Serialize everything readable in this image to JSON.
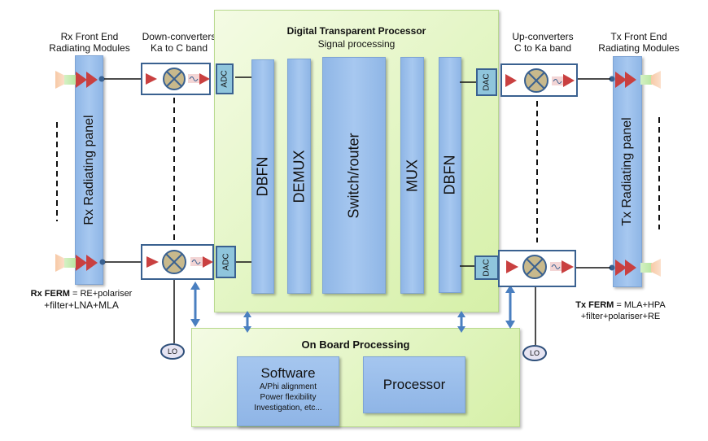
{
  "labels": {
    "rx_front_end": [
      "Rx Front End",
      "Radiating Modules"
    ],
    "down_converters": [
      "Down-converters",
      "Ka to C band"
    ],
    "up_converters": [
      "Up-converters",
      "C to Ka band"
    ],
    "tx_front_end": [
      "Tx Front End",
      "Radiating Modules"
    ],
    "rx_ferm": {
      "bold": "Rx FERM",
      "rest": " = RE+polariser",
      "line2": "+filter+LNA+MLA"
    },
    "tx_ferm": {
      "bold": "Tx FERM",
      "rest": " = MLA+HPA",
      "line2": "+filter+polariser+RE"
    }
  },
  "rx_panel": {
    "label": "Rx Radiating panel"
  },
  "tx_panel": {
    "label": "Tx Radiating panel"
  },
  "converter_blocks": {
    "adc": "ADC",
    "dac": "DAC",
    "lo": "LO"
  },
  "dtp": {
    "title": "Digital Transparent Processor",
    "subtitle": "Signal processing",
    "blocks": [
      "DBFN",
      "DEMUX",
      "Switch/router",
      "MUX",
      "DBFN"
    ]
  },
  "obp": {
    "title": "On Board Processing",
    "software": {
      "title": "Software",
      "lines": [
        "A/Phi alignment",
        "Power flexibility",
        "Investigation, etc..."
      ]
    },
    "processor": "Processor"
  },
  "colors": {
    "panel_blue": "#8fb6e6",
    "processor_green": "#e2f5c2",
    "outline_blue": "#3a6190",
    "amplifier_red": "#c94040",
    "mixer_tan": "#c8b98c",
    "arrow_blue": "#4a7fc0"
  }
}
